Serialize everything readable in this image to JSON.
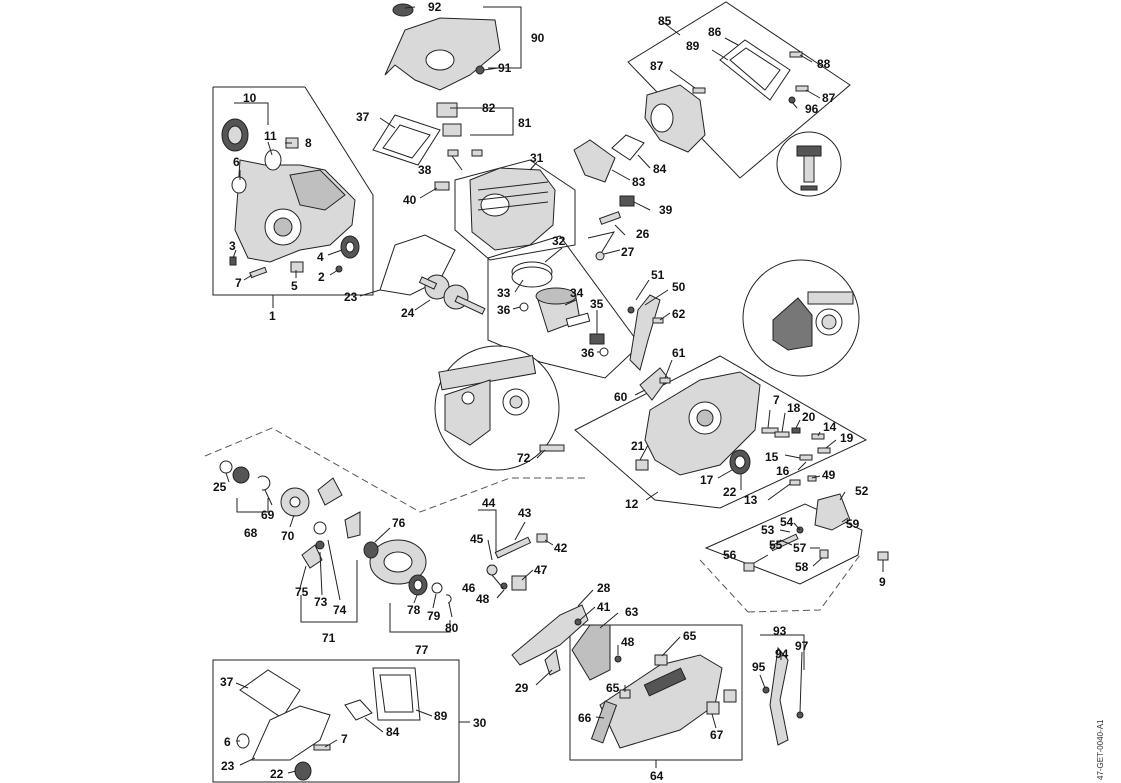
{
  "document_id": "47-GET-0040-A1",
  "callouts": {
    "c1": "1",
    "c2": "2",
    "c3": "3",
    "c4": "4",
    "c5": "5",
    "c6": "6",
    "c7": "7",
    "c8": "8",
    "c9": "9",
    "c10": "10",
    "c11": "11",
    "c12": "12",
    "c13": "13",
    "c14": "14",
    "c15": "15",
    "c16": "16",
    "c17": "17",
    "c18": "18",
    "c19": "19",
    "c20": "20",
    "c21": "21",
    "c22": "22",
    "c23": "23",
    "c24": "24",
    "c25": "25",
    "c26": "26",
    "c27": "27",
    "c28": "28",
    "c29": "29",
    "c30": "30",
    "c31": "31",
    "c32": "32",
    "c33": "33",
    "c34": "34",
    "c35": "35",
    "c36": "36",
    "c37": "37",
    "c38": "38",
    "c39": "39",
    "c40": "40",
    "c41": "41",
    "c42": "42",
    "c43": "43",
    "c44": "44",
    "c45": "45",
    "c46": "46",
    "c47": "47",
    "c48": "48",
    "c49": "49",
    "c50": "50",
    "c51": "51",
    "c52": "52",
    "c53": "53",
    "c54": "54",
    "c55": "55",
    "c56": "56",
    "c57": "57",
    "c58": "58",
    "c59": "59",
    "c60": "60",
    "c61": "61",
    "c62": "62",
    "c63": "63",
    "c64": "64",
    "c65": "65",
    "c66": "66",
    "c67": "67",
    "c68": "68",
    "c69": "69",
    "c70": "70",
    "c71": "71",
    "c72": "72",
    "c73": "73",
    "c74": "74",
    "c75": "75",
    "c76": "76",
    "c77": "77",
    "c78": "78",
    "c79": "79",
    "c80": "80",
    "c81": "81",
    "c82": "82",
    "c83": "83",
    "c84": "84",
    "c85": "85",
    "c86": "86",
    "c87": "87",
    "c88": "88",
    "c89": "89",
    "c90": "90",
    "c91": "91",
    "c92": "92",
    "c93": "93",
    "c94": "94",
    "c95": "95",
    "c96": "96",
    "c97": "97"
  }
}
